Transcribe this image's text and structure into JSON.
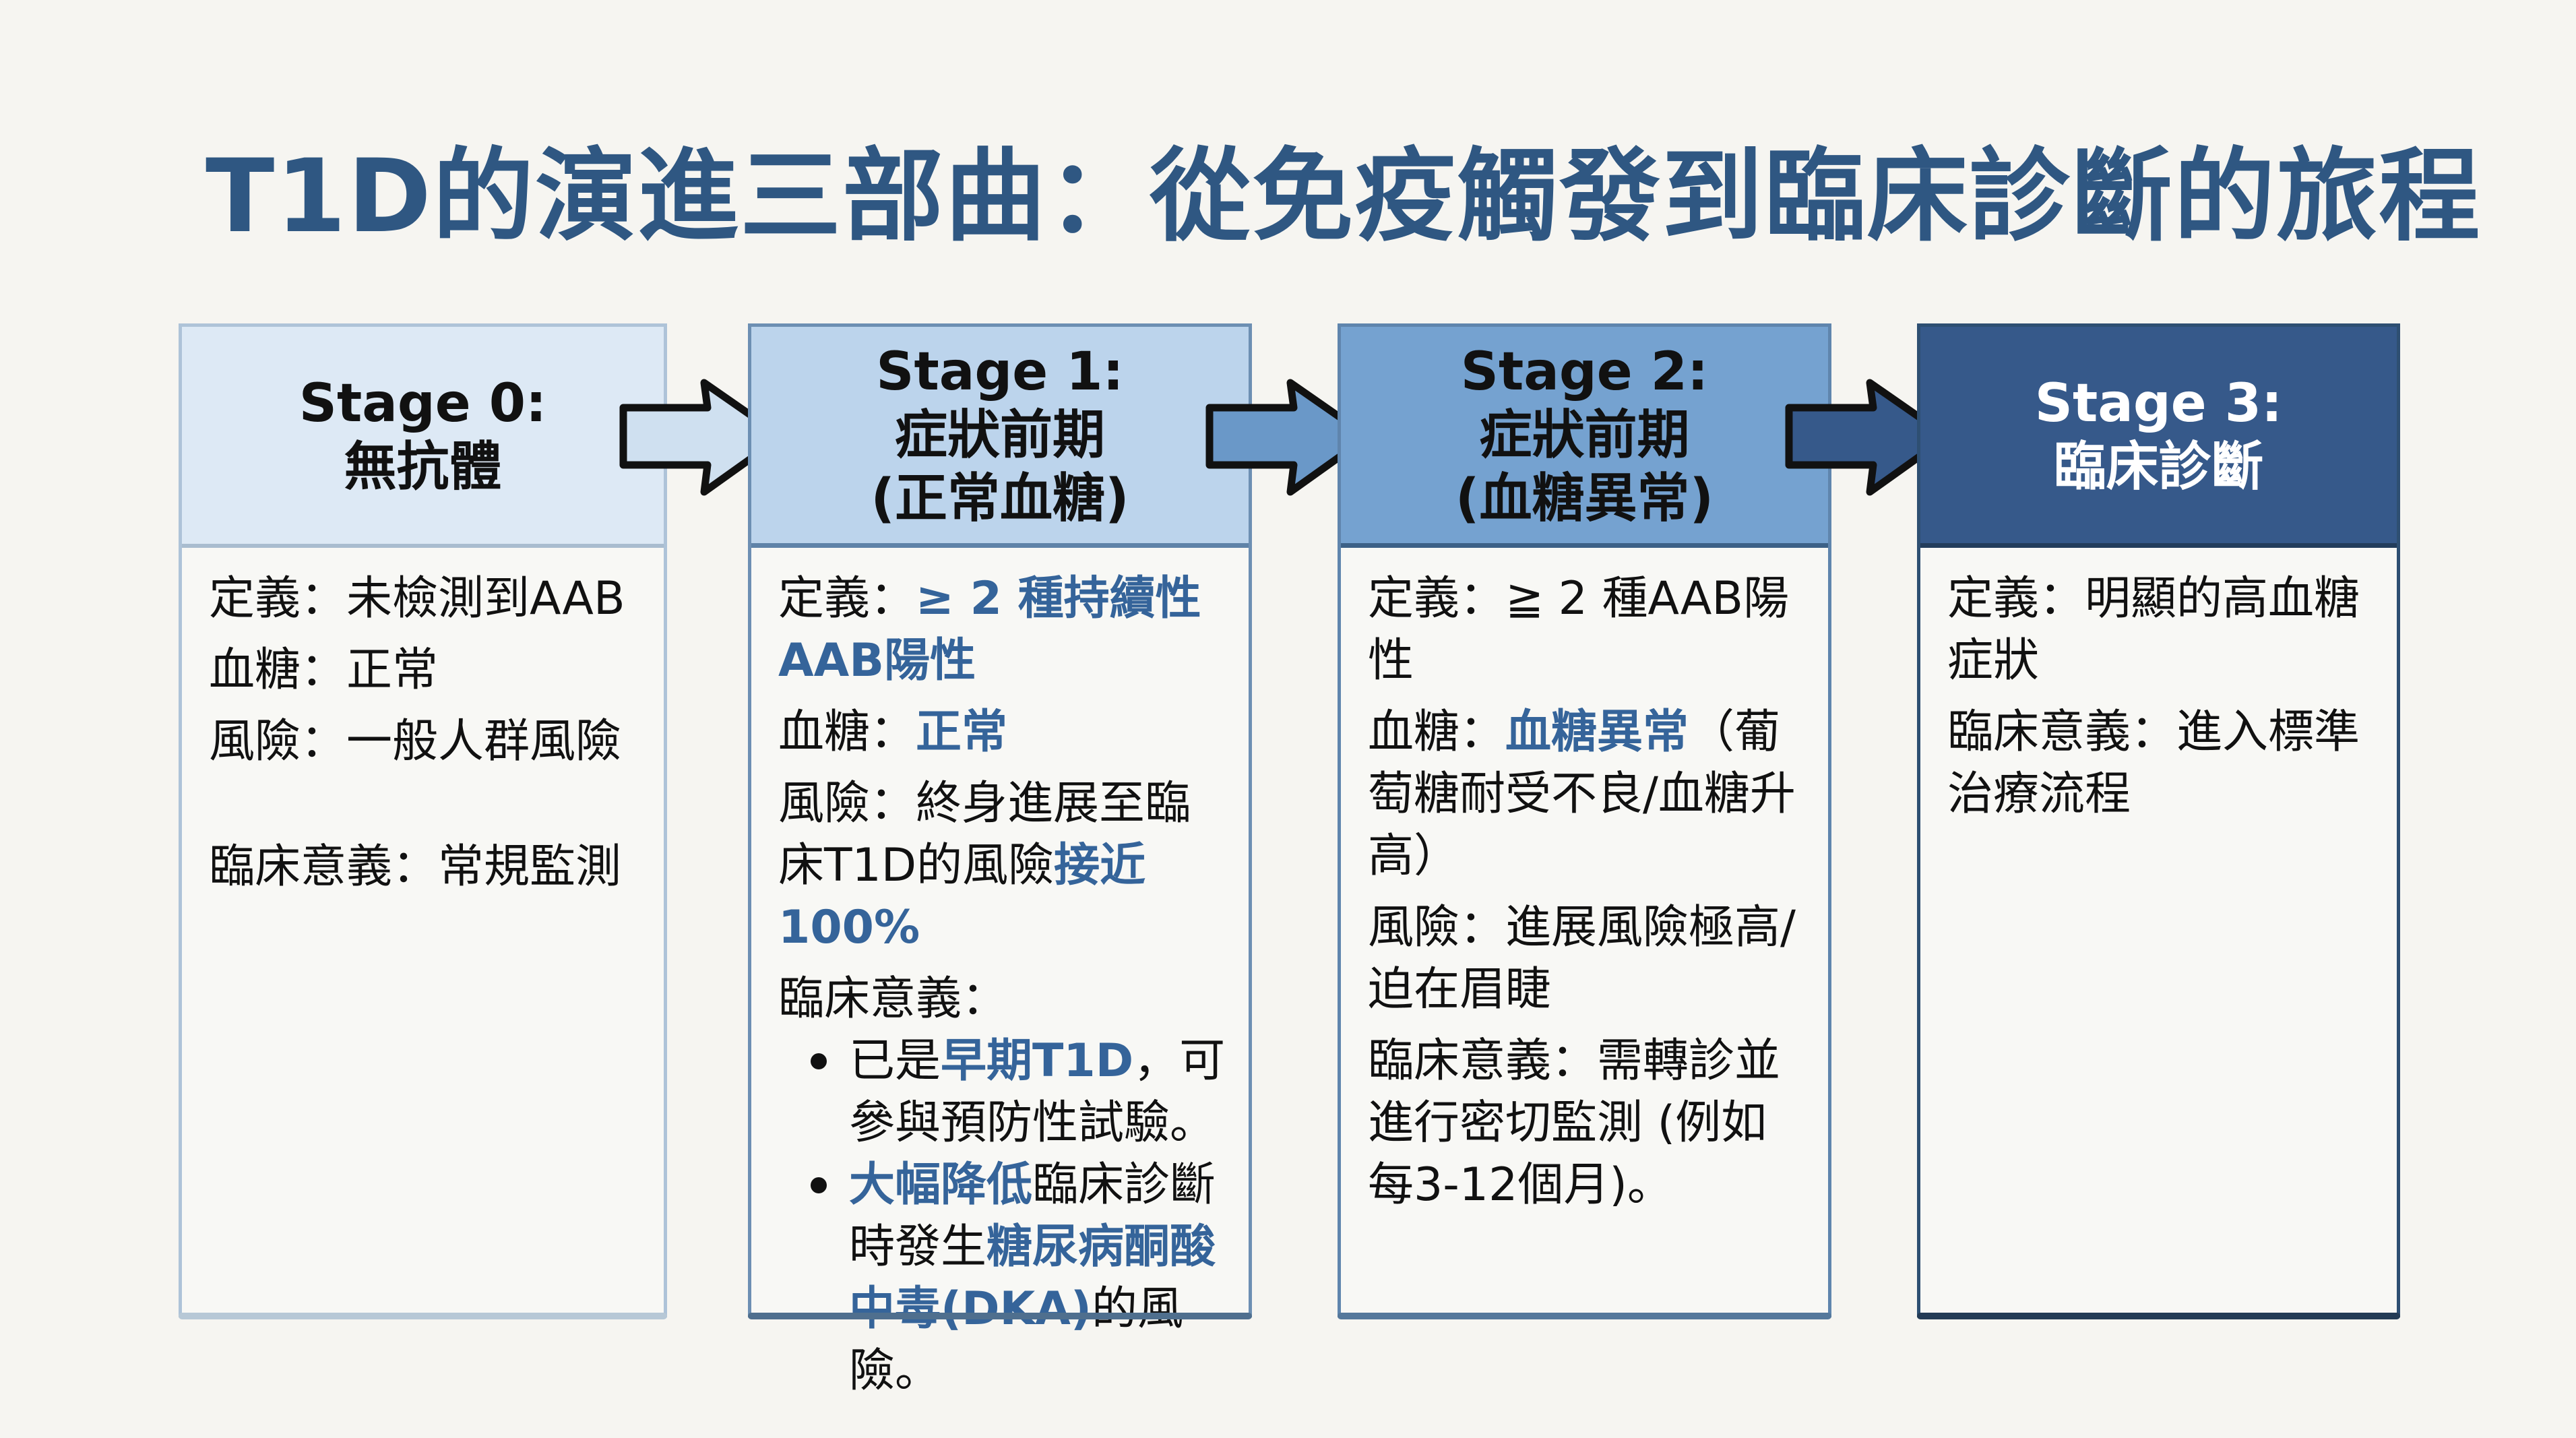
{
  "title": "T1D的演進三部曲：從免疫觸發到臨床診斷的旅程",
  "colors": {
    "title": "#2f5782",
    "highlight": "#35649a",
    "stage0_header": "#dde9f5",
    "stage1_header": "#bcd4ec",
    "stage2_header": "#75a2d0",
    "stage3_header": "#36598a"
  },
  "arrows": [
    {
      "icon": "right-arrow-icon",
      "from": "Stage 0",
      "to": "Stage 1",
      "fill": "#cfe0f0"
    },
    {
      "icon": "right-arrow-icon",
      "from": "Stage 1",
      "to": "Stage 2",
      "fill": "#6a98c8"
    },
    {
      "icon": "right-arrow-icon",
      "from": "Stage 2",
      "to": "Stage 3",
      "fill": "#36598a"
    }
  ],
  "stages": [
    {
      "label": "Stage 0:",
      "subtitle": [
        "無抗體"
      ],
      "definition": {
        "key": "定義：",
        "value": "未檢測到AAB"
      },
      "glucose": {
        "key": "血糖：",
        "value": "正常"
      },
      "risk": {
        "key": "風險：",
        "value": "一般人群風險"
      },
      "clinical": {
        "key": "臨床意義：",
        "value": "常規監測"
      }
    },
    {
      "label": "Stage 1:",
      "subtitle": [
        "症狀前期",
        "(正常血糖)"
      ],
      "definition": {
        "key": "定義：",
        "value_hl": "≥ 2 種持續性AAB陽性"
      },
      "glucose": {
        "key": "血糖：",
        "value_hl": "正常"
      },
      "risk": {
        "key": "風險：",
        "value": "終身進展至臨床T1D的風險",
        "value_hl": "接近100%"
      },
      "clinical": {
        "key": "臨床意義：",
        "bullets": [
          {
            "pre": "已是",
            "hl": "早期T1D",
            "post": "，可參與預防性試驗。"
          },
          {
            "hl": "大幅降低",
            "mid": "臨床診斷時發生",
            "hl2": "糖尿病酮酸中毒(DKA)",
            "post": "的風險。"
          }
        ]
      }
    },
    {
      "label": "Stage 2:",
      "subtitle": [
        "症狀前期",
        "(血糖異常)"
      ],
      "definition": {
        "key": "定義：",
        "value": "≧ 2 種AAB陽性"
      },
      "glucose": {
        "key": "血糖：",
        "value_hl": "血糖異常",
        "value": "（葡萄糖耐受不良/血糖升高）"
      },
      "risk": {
        "key": "風險：",
        "value": "進展風險極高/迫在眉睫"
      },
      "clinical": {
        "key": "臨床意義：",
        "value": "需轉診並進行密切監測 (例如每3-12個月)。"
      }
    },
    {
      "label": "Stage 3:",
      "subtitle": [
        "臨床診斷"
      ],
      "definition": {
        "key": "定義：",
        "value": "明顯的高血糖症狀"
      },
      "clinical": {
        "key": "臨床意義：",
        "value": "進入標準治療流程"
      }
    }
  ]
}
